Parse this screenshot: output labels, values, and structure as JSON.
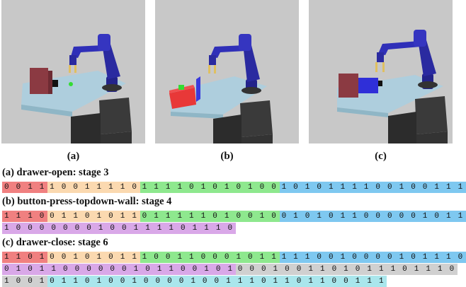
{
  "panels": [
    {
      "label": "(a)",
      "scene": "drawer-open"
    },
    {
      "label": "(b)",
      "scene": "button-press-topdown-wall"
    },
    {
      "label": "(c)",
      "scene": "drawer-close"
    }
  ],
  "tasks": [
    {
      "title": "(a) drawer-open: stage 3",
      "rows": [
        [
          {
            "bits": "0 0 1 1",
            "color": "#f08080"
          },
          {
            "bits": "1 0 0 1 1 1 1 0",
            "color": "#fbd9b0"
          },
          {
            "bits": "1 1 1 1 0 1 0 1 0 1 0 0",
            "color": "#8ee88e"
          },
          {
            "bits": "1 0 1 0 1 1 1 1 0 0 1 0 0 1 1 1",
            "color": "#7ec8f0"
          }
        ]
      ]
    },
    {
      "title": "(b) button-press-topdown-wall: stage 4",
      "rows": [
        [
          {
            "bits": "1 1 1 0",
            "color": "#f08080"
          },
          {
            "bits": "0 1 1 0 1 0 1 1",
            "color": "#fbd9b0"
          },
          {
            "bits": "0 1 1 1 1 1 0 1 0 0 1 0",
            "color": "#8ee88e"
          },
          {
            "bits": "0 1 0 1 0 1 1 0 0 0 0 0 1 0 1 1",
            "color": "#7ec8f0"
          }
        ],
        [
          {
            "bits": "1 0 0 0 0 0 0 0 1 0 0 1 1 1 1 0 1 1 1 0",
            "color": "#d9a8e8"
          }
        ]
      ]
    },
    {
      "title": "(c) drawer-close: stage 6",
      "rows": [
        [
          {
            "bits": "1 1 0 1",
            "color": "#f08080"
          },
          {
            "bits": "0 0 1 0 1 0 1 1",
            "color": "#fbd9b0"
          },
          {
            "bits": "1 0 0 1 1 0 0 0 1 0 1 1",
            "color": "#8ee88e"
          },
          {
            "bits": "1 1 1 0 0 1 0 0 0 0 1 0 1 1 1 0",
            "color": "#7ec8f0"
          }
        ],
        [
          {
            "bits": "0 1 0 1 1 0 0 0 0 0 0 1 0 1 1 0 0 1 0 1",
            "color": "#d9a8e8"
          },
          {
            "bits": "0 0 0 1 0 0 1 1 0 1 0 1 1 1 0 1 1 1 0",
            "color": "#d0d0d0"
          }
        ],
        [
          {
            "bits": "1 0 0 1",
            "color": "#d0d0d0"
          },
          {
            "bits": "0 1 1 0 1 0 0 1 0 0 0 0 1 0 0 1 1 1 0 1 1 0 1 1 0 0 1 1 1",
            "color": "#a9e6ec"
          }
        ]
      ]
    }
  ]
}
